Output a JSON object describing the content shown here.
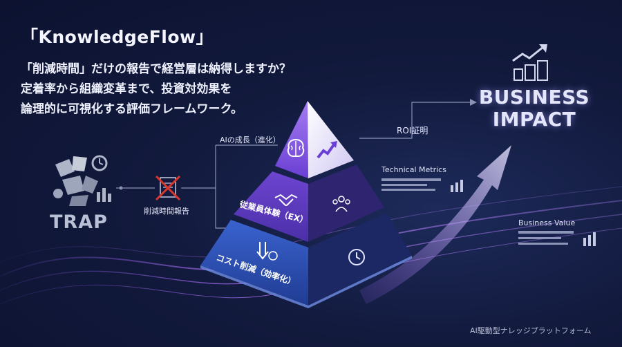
{
  "brand": "「KnowledgeFlow」",
  "lead": [
    "「削減時間」だけの報告で経営層は納得しますか？",
    "定着率から組織変革まで、投資対効果を",
    "論理的に可視化する評価フレームワーク。"
  ],
  "trap": {
    "label": "TRAP",
    "report_label": "削減時間報告"
  },
  "pyramid": {
    "top_label": "AIの成長（進化）",
    "middle_label": "従業員体験（EX）",
    "bottom_label": "コスト削減（効率化）"
  },
  "roi_label": "ROI証明",
  "technical_metrics": "Technical Metrics",
  "business_value": "Business Value",
  "impact": [
    "BUSINESS",
    "IMPACT"
  ],
  "footer": "AI駆動型ナレッジプラットフォーム",
  "colors": {
    "background": "#121a3d",
    "purple": "#7b4ee0",
    "blue": "#3a5fc8",
    "accent": "#d46fe0",
    "red_cross": "#d9362c"
  },
  "icons": [
    "brain-icon",
    "growth-arrow-icon",
    "handshake-icon",
    "team-icon",
    "down-arrow-clock-icon",
    "clock-icon",
    "coins-chart-icon",
    "trash-pile-icon",
    "report-crossed-icon"
  ]
}
